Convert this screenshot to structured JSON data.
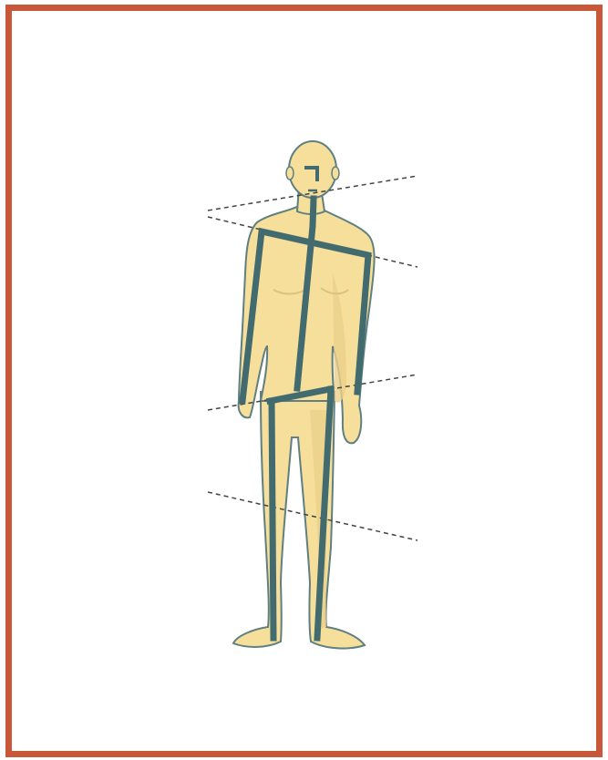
{
  "figure": {
    "subject": "standing-human-posture-diagram",
    "colors": {
      "border": "#c9583a",
      "skin": "#f6df9a",
      "skin_shadow": "#ecd08a",
      "outline": "#5f7f80",
      "posture_lines": "#426b70",
      "reference_lines": "#444444"
    },
    "reference_lines": [
      {
        "name": "eye-level-line"
      },
      {
        "name": "shoulder-level-line"
      },
      {
        "name": "pelvis-level-line"
      },
      {
        "name": "knee-level-line"
      }
    ]
  }
}
